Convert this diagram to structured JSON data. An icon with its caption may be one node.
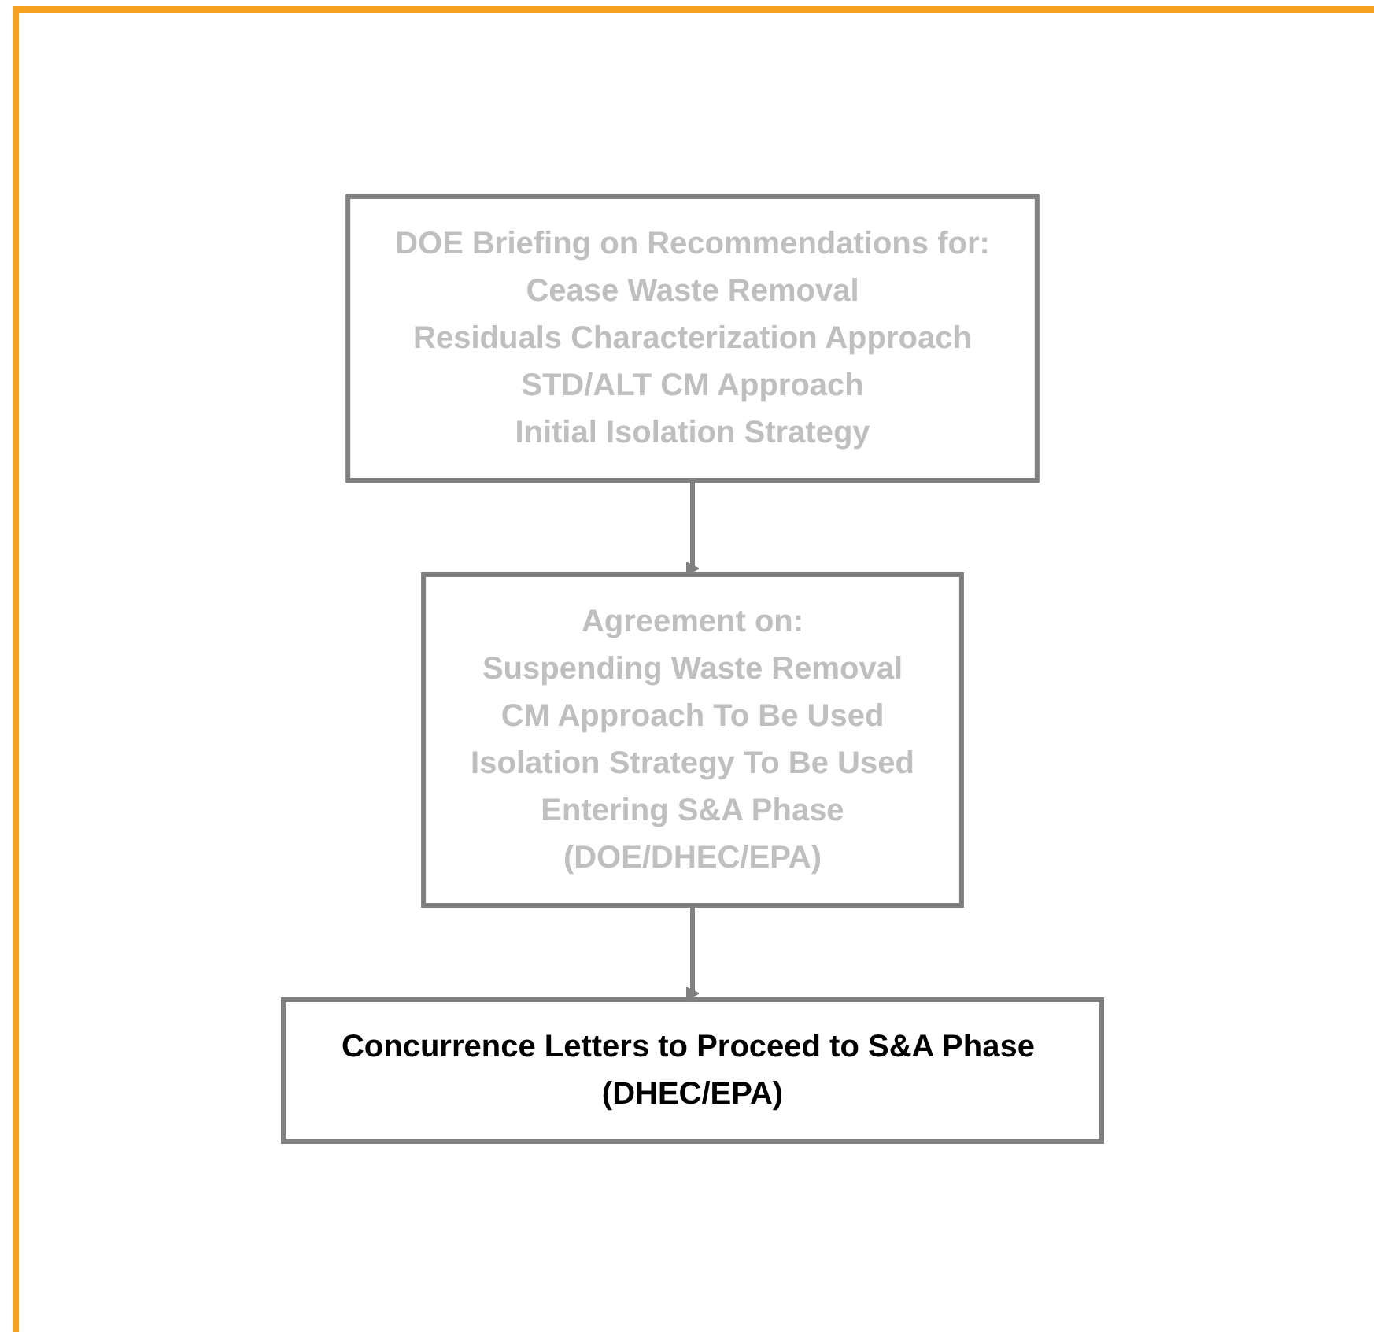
{
  "diagram": {
    "nodes": [
      {
        "text": [
          "DOE Briefing on Recommendations for:",
          "Cease Waste Removal",
          "Residuals Characterization Approach",
          "STD/ALT CM Approach",
          "Initial Isolation Strategy"
        ]
      },
      {
        "text": [
          "Agreement on:",
          "Suspending Waste Removal",
          "CM Approach To Be Used",
          "Isolation Strategy To Be Used",
          "Entering S&A Phase",
          "(DOE/DHEC/EPA)"
        ]
      },
      {
        "text": [
          "Concurrence Letters to Proceed to S&A Phase (DHEC/EPA)"
        ]
      }
    ],
    "edges": [
      {
        "from": 0,
        "to": 1,
        "arrow": "to"
      },
      {
        "from": 1,
        "to": 2,
        "arrow": "to"
      }
    ]
  }
}
